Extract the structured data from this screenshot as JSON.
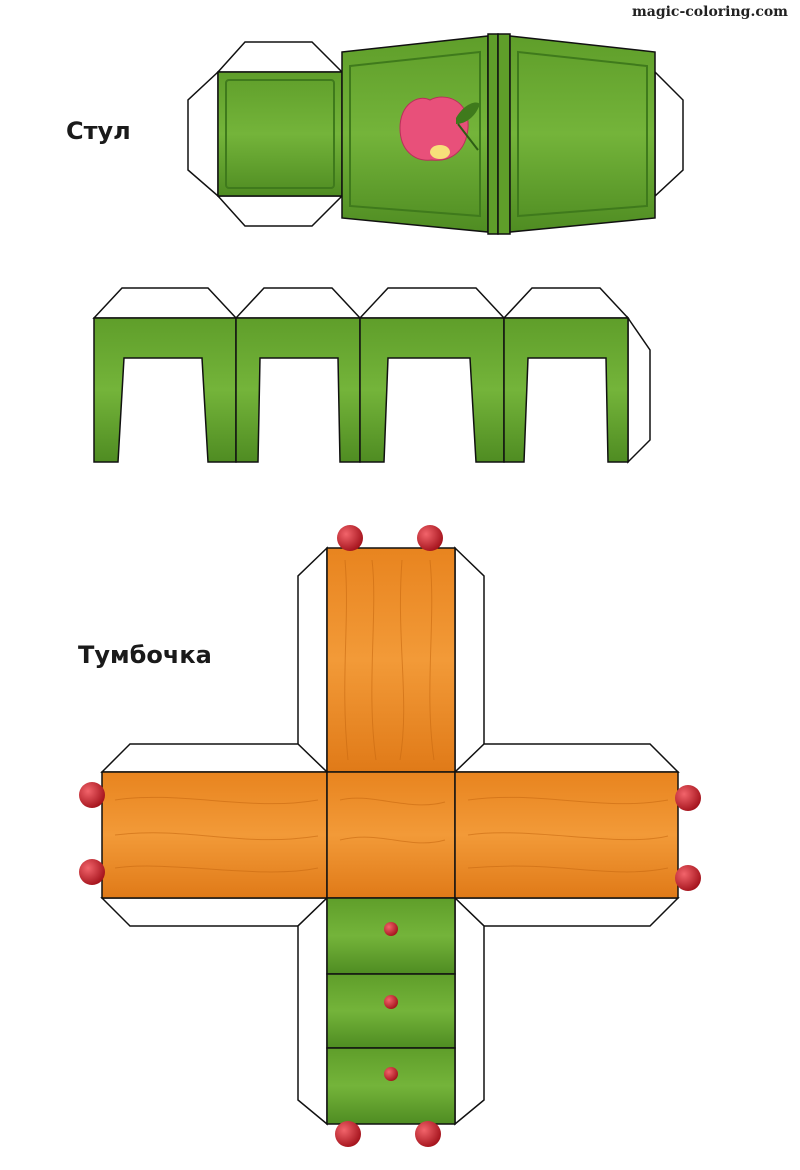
{
  "watermark": "magic-coloring.com",
  "chair": {
    "title": "Стул"
  },
  "nightstand": {
    "title": "Тумбочка"
  },
  "colors": {
    "green": "#6aab32",
    "green_dark": "#3f7a1c",
    "wood": "#ef8f2c",
    "wood_light": "#f7b35a",
    "knob": "#c8202a",
    "apple": "#e8507a",
    "flap": "#ffffff"
  }
}
